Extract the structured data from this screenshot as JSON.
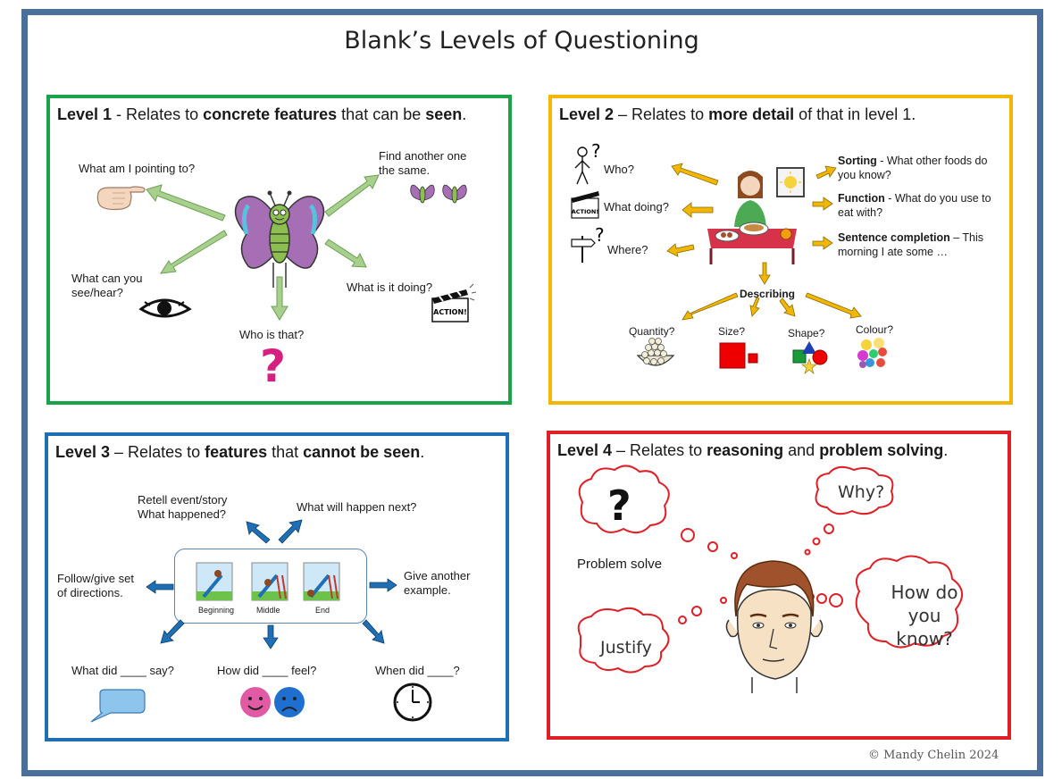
{
  "title": "Blank’s Levels of Questioning",
  "copyright": "© Mandy Chelin 2024",
  "level1": {
    "heading_lead": "Level 1",
    "heading_sep": " - Relates to ",
    "heading_b1": "concrete features",
    "heading_mid": " that can be ",
    "heading_b2": "seen",
    "heading_end": ".",
    "pointing": "What am I pointing to?",
    "find_another_1": "Find another one",
    "find_another_2": "the same.",
    "see_hear_1": "What can you",
    "see_hear_2": "see/hear?",
    "what_doing": "What is it doing?",
    "who_is_that": "Who is that?",
    "action_label": "ACTION!",
    "question_mark": "?"
  },
  "level2": {
    "heading_lead": "Level 2",
    "heading_sep": " – Relates to ",
    "heading_b1": "more detail",
    "heading_end": " of that in level 1.",
    "who": "Who?",
    "what_doing": "What doing?",
    "where": "Where?",
    "sorting_b": "Sorting",
    "sorting_t": " - What other foods do you know?",
    "function_b": "Function",
    "function_t": " - What do you use to eat with?",
    "completion_b": "Sentence completion",
    "completion_t": " – This morning I ate some …",
    "describing": "Describing",
    "quantity": "Quantity?",
    "size": "Size?",
    "shape": "Shape?",
    "colour": "Colour?",
    "action_label": "ACTION!"
  },
  "level3": {
    "heading_lead": "Level 3",
    "heading_sep": " – Relates to ",
    "heading_b1": "features",
    "heading_mid": " that ",
    "heading_b2": "cannot be seen",
    "heading_end": ".",
    "retell_1": "Retell event/story",
    "retell_2": "What happened?",
    "next": "What will happen next?",
    "follow_1": "Follow/give set",
    "follow_2": "of directions.",
    "give_1": "Give another",
    "give_2": "example.",
    "say": "What did ____ say?",
    "feel": "How did ____ feel?",
    "when": "When did ____?",
    "beginning": "Beginning",
    "middle": "Middle",
    "end": "End"
  },
  "level4": {
    "heading_lead": "Level 4",
    "heading_sep": " – Relates to ",
    "heading_b1": "reasoning",
    "heading_mid": " and ",
    "heading_b2": "problem solving",
    "heading_end": ".",
    "why": "Why?",
    "how_1": "How do",
    "how_2": "you",
    "how_3": "know?",
    "justify": "Justify",
    "problem": "Problem solve",
    "question_mark": "?"
  },
  "colors": {
    "frame": "#4a6f9a",
    "level1": "#1aa34a",
    "level2": "#f2b705",
    "level3": "#1f6fb5",
    "level4": "#e01f26"
  }
}
